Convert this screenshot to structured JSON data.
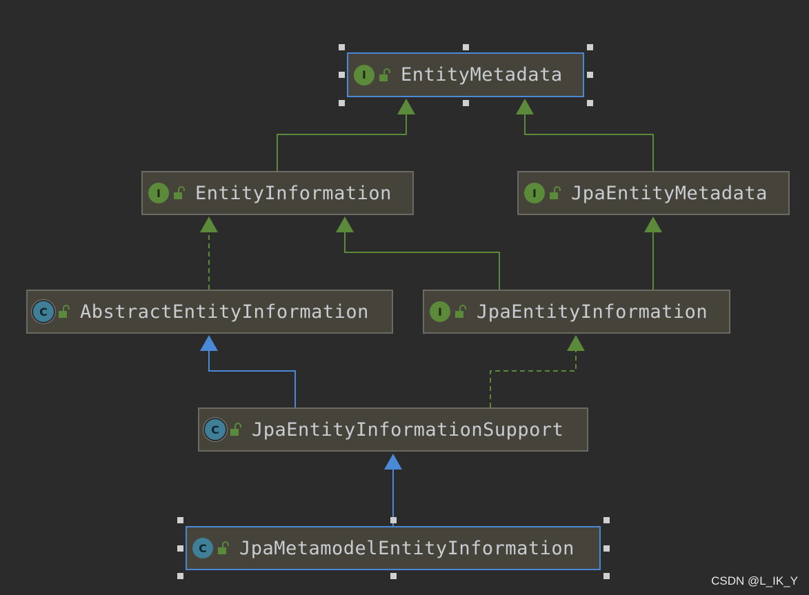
{
  "colors": {
    "background": "#2b2b2b",
    "node_fill": "#45433a",
    "node_border": "#6b6b64",
    "selected_border": "#4a88d8",
    "interface_edge": "#5b8a3a",
    "class_edge": "#4a88d8"
  },
  "nodes": {
    "entity_metadata": {
      "label": "EntityMetadata",
      "kind": "interface",
      "icon_letter": "I",
      "icon": "interface-icon"
    },
    "entity_information": {
      "label": "EntityInformation",
      "kind": "interface",
      "icon_letter": "I",
      "icon": "interface-icon"
    },
    "jpa_entity_metadata": {
      "label": "JpaEntityMetadata",
      "kind": "interface",
      "icon_letter": "I",
      "icon": "interface-icon"
    },
    "abstract_entity_information": {
      "label": "AbstractEntityInformation",
      "kind": "abstract-class",
      "icon_letter": "C",
      "icon": "abstract-class-icon"
    },
    "jpa_entity_information": {
      "label": "JpaEntityInformation",
      "kind": "interface",
      "icon_letter": "I",
      "icon": "interface-icon"
    },
    "jpa_entity_information_support": {
      "label": "JpaEntityInformationSupport",
      "kind": "abstract-class",
      "icon_letter": "C",
      "icon": "abstract-class-icon"
    },
    "jpa_metamodel_entity_information": {
      "label": "JpaMetamodelEntityInformation",
      "kind": "class",
      "icon_letter": "C",
      "icon": "class-icon"
    }
  },
  "edges": [
    {
      "from": "entity_information",
      "to": "entity_metadata",
      "type": "extends-interface",
      "style": "solid"
    },
    {
      "from": "jpa_entity_metadata",
      "to": "entity_metadata",
      "type": "extends-interface",
      "style": "solid"
    },
    {
      "from": "abstract_entity_information",
      "to": "entity_information",
      "type": "implements",
      "style": "dashed"
    },
    {
      "from": "jpa_entity_information",
      "to": "entity_information",
      "type": "extends-interface",
      "style": "solid"
    },
    {
      "from": "jpa_entity_information",
      "to": "jpa_entity_metadata",
      "type": "extends-interface",
      "style": "solid"
    },
    {
      "from": "jpa_entity_information_support",
      "to": "abstract_entity_information",
      "type": "extends-class",
      "style": "solid"
    },
    {
      "from": "jpa_entity_information_support",
      "to": "jpa_entity_information",
      "type": "implements",
      "style": "dashed"
    },
    {
      "from": "jpa_metamodel_entity_information",
      "to": "jpa_entity_information_support",
      "type": "extends-class",
      "style": "solid"
    }
  ],
  "watermark": "CSDN @L_IK_Y"
}
